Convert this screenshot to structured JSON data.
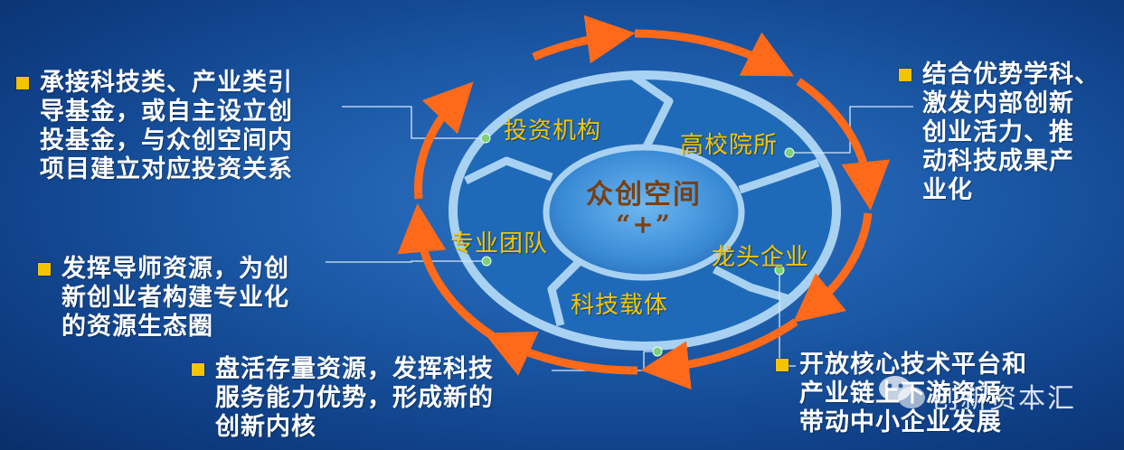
{
  "center": {
    "title": "众创空间",
    "subtitle": "“+”"
  },
  "segments": [
    "投资机构",
    "高校院所",
    "龙头企业",
    "科技载体",
    "专业团队"
  ],
  "blocks": {
    "top_left": [
      "承接科技类、产业类引",
      "导基金，或自主设立创",
      "投基金，与众创空间内",
      "项目建立对应投资关系"
    ],
    "top_right": [
      "结合优势学科、",
      "激发内部创新",
      "创业活力、推",
      "动科技成果产",
      "业化"
    ],
    "mid_left": [
      "发挥导师资源，为创",
      "新创业者构建专业化",
      "的资源生态圈"
    ],
    "bottom_center": [
      "盘活存量资源，发挥科技",
      "服务能力优势，形成新的",
      "创新内核"
    ],
    "bottom_right": [
      "开放核心技术平台和",
      "产业链上下游资源",
      "带动中小企业发展"
    ]
  },
  "watermark": "创新资本汇",
  "colors": {
    "arrow": "#ff6a1a",
    "bullet": "#f5c400",
    "label": "#f6c500",
    "ring": "#9cc8ee",
    "hub": "#4a9ede"
  }
}
